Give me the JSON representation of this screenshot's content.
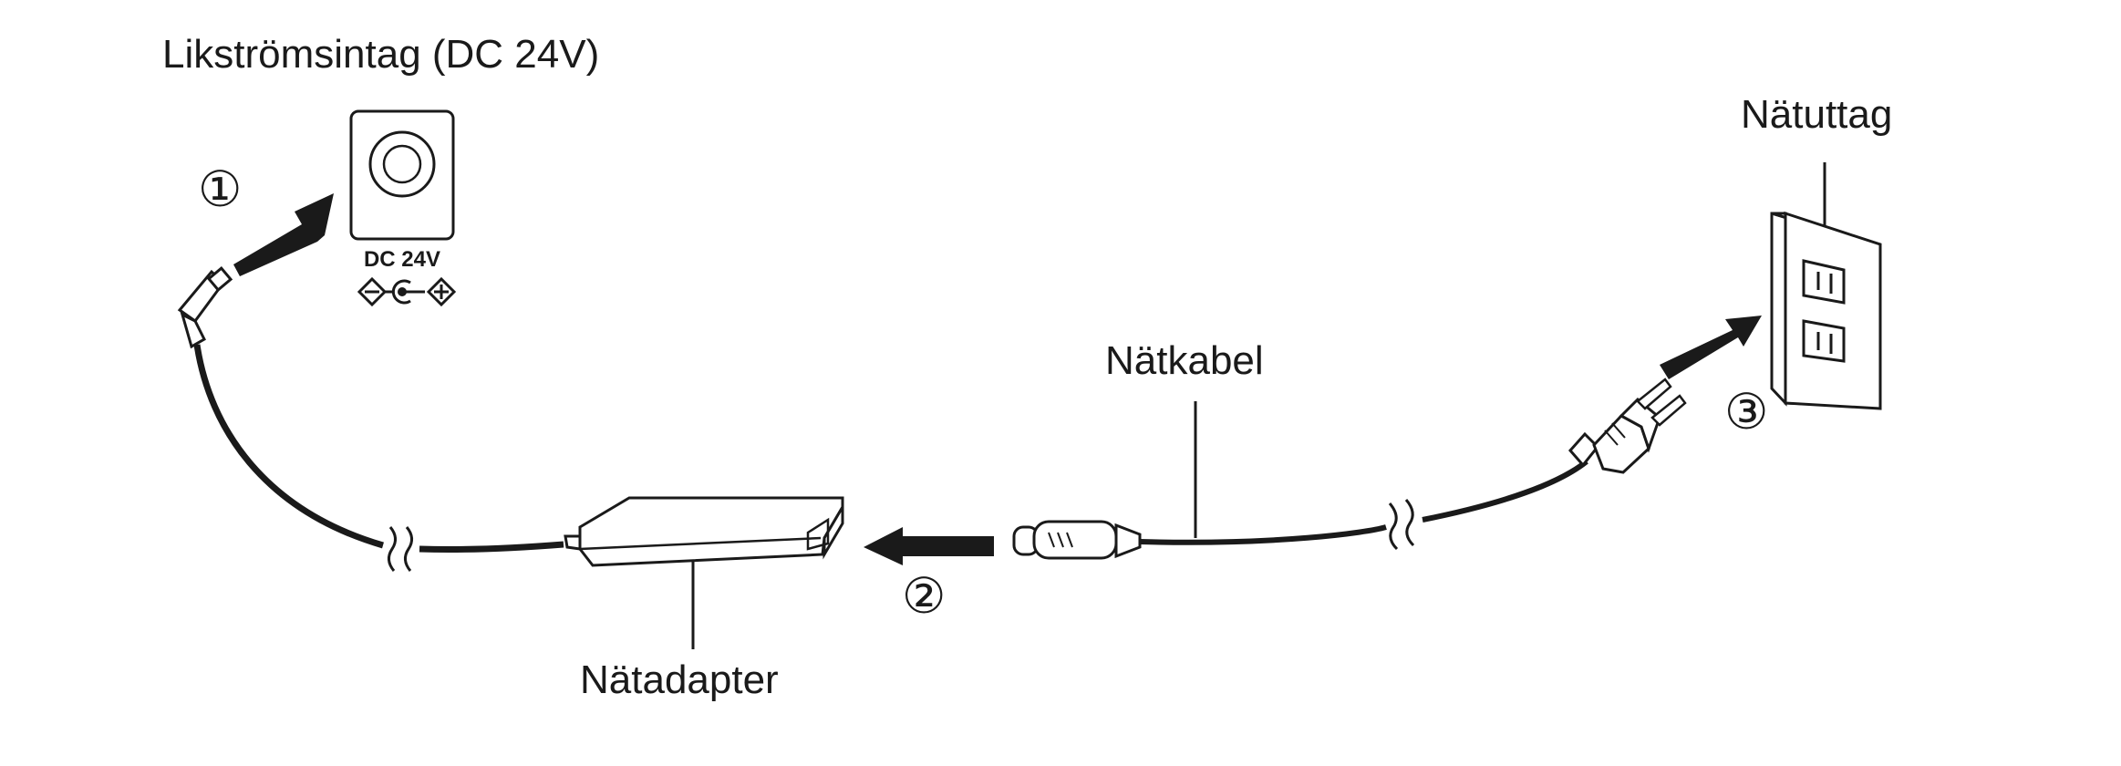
{
  "labels": {
    "dc_input": "Likströmsintag (DC 24V)",
    "outlet": "Nätuttag",
    "power_cord": "Nätkabel",
    "adapter": "Nätadapter"
  },
  "jack_marking": "DC 24V",
  "steps": {
    "one": "①",
    "two": "②",
    "three": "③"
  },
  "colors": {
    "ink": "#1a1a1a",
    "background": "#ffffff"
  }
}
